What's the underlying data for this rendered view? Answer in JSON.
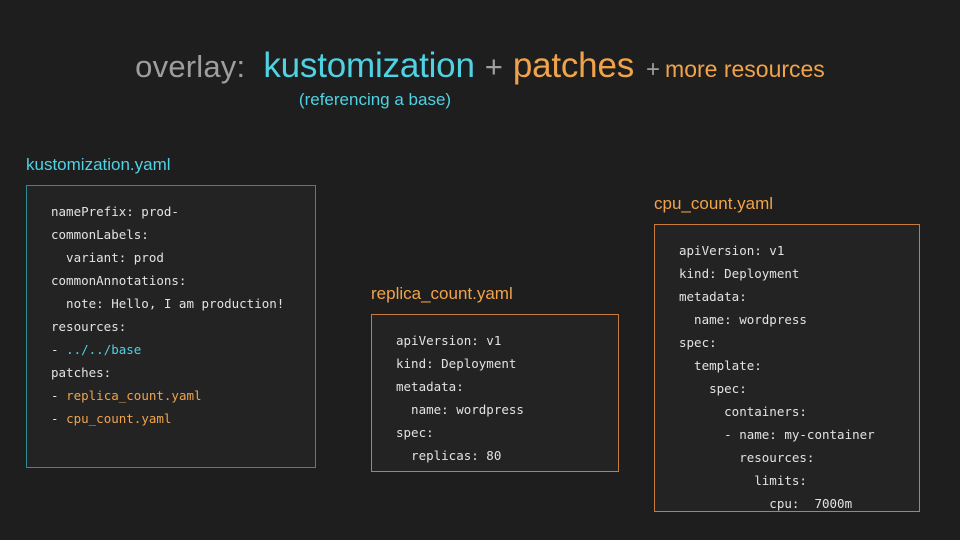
{
  "heading": {
    "prefix": "overlay:",
    "term1": "kustomization",
    "plus1": "+",
    "term2": "patches",
    "plus2": "+",
    "term3": "more resources",
    "subtitle": "(referencing a base)",
    "colors": {
      "gray": "#9e9e9e",
      "cyan": "#4fd2e3",
      "amber": "#f0a34b",
      "background": "#1e1e1e"
    }
  },
  "cards": [
    {
      "id": "kustomization",
      "label": "kustomization.yaml",
      "label_color": "#4fd2e3",
      "border_color": "#2f8c96",
      "lines": [
        [
          {
            "t": "namePrefix: prod-",
            "c": "plain"
          }
        ],
        [
          {
            "t": "commonLabels:",
            "c": "plain"
          }
        ],
        [
          {
            "t": "  variant: prod",
            "c": "plain"
          }
        ],
        [
          {
            "t": "commonAnnotations:",
            "c": "plain"
          }
        ],
        [
          {
            "t": "  note: Hello, I am production!",
            "c": "plain"
          }
        ],
        [
          {
            "t": "resources:",
            "c": "plain"
          }
        ],
        [
          {
            "t": "- ",
            "c": "plain"
          },
          {
            "t": "../../base",
            "c": "cyan"
          }
        ],
        [
          {
            "t": "patches:",
            "c": "plain"
          }
        ],
        [
          {
            "t": "- ",
            "c": "plain"
          },
          {
            "t": "replica_count.yaml",
            "c": "amber"
          }
        ],
        [
          {
            "t": "- ",
            "c": "plain"
          },
          {
            "t": "cpu_count.yaml",
            "c": "amber"
          }
        ]
      ]
    },
    {
      "id": "replica",
      "label": "replica_count.yaml",
      "label_color": "#f0a34b",
      "border_color": "#c87c3c",
      "lines": [
        [
          {
            "t": "apiVersion: v1",
            "c": "plain"
          }
        ],
        [
          {
            "t": "kind: Deployment",
            "c": "plain"
          }
        ],
        [
          {
            "t": "metadata:",
            "c": "plain"
          }
        ],
        [
          {
            "t": "  name: wordpress",
            "c": "plain"
          }
        ],
        [
          {
            "t": "spec:",
            "c": "plain"
          }
        ],
        [
          {
            "t": "  replicas: 80",
            "c": "plain"
          }
        ]
      ]
    },
    {
      "id": "cpu",
      "label": "cpu_count.yaml",
      "label_color": "#f0a34b",
      "border_color": "#c87c3c",
      "lines": [
        [
          {
            "t": "apiVersion: v1",
            "c": "plain"
          }
        ],
        [
          {
            "t": "kind: Deployment",
            "c": "plain"
          }
        ],
        [
          {
            "t": "metadata:",
            "c": "plain"
          }
        ],
        [
          {
            "t": "  name: wordpress",
            "c": "plain"
          }
        ],
        [
          {
            "t": "spec:",
            "c": "plain"
          }
        ],
        [
          {
            "t": "  template:",
            "c": "plain"
          }
        ],
        [
          {
            "t": "    spec:",
            "c": "plain"
          }
        ],
        [
          {
            "t": "      containers:",
            "c": "plain"
          }
        ],
        [
          {
            "t": "      - name: my-container",
            "c": "plain"
          }
        ],
        [
          {
            "t": "        resources:",
            "c": "plain"
          }
        ],
        [
          {
            "t": "          limits:",
            "c": "plain"
          }
        ],
        [
          {
            "t": "            cpu:  7000m",
            "c": "plain"
          }
        ]
      ]
    }
  ]
}
